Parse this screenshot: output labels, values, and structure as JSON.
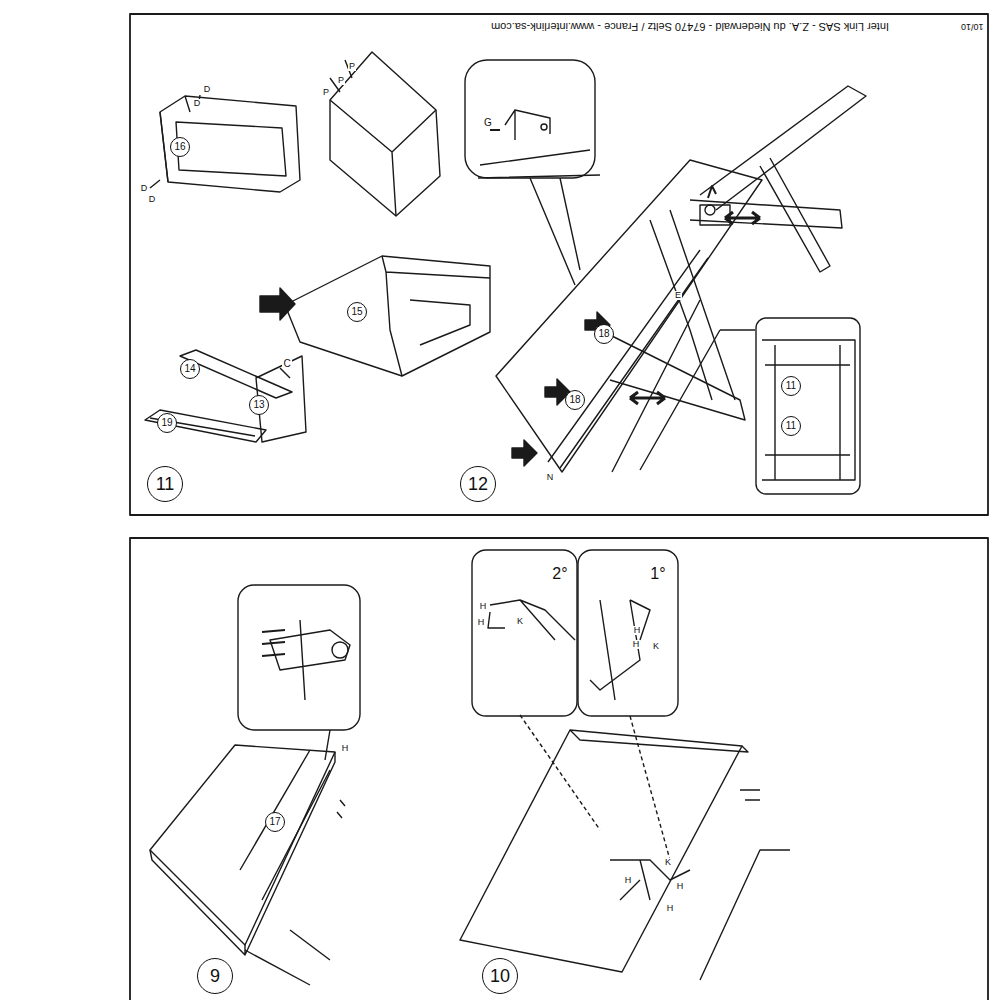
{
  "diagram": {
    "nodes": [
      {
        "text": [
          "16"
        ]
      },
      {
        "text": [
          "15"
        ]
      },
      {
        "text": [
          "14"
        ]
      },
      {
        "text": [
          "13"
        ]
      },
      {
        "text": [
          "19"
        ]
      },
      {
        "text": [
          "11"
        ]
      },
      {
        "text": [
          "18"
        ]
      },
      {
        "text": [
          "18"
        ]
      },
      {
        "text": [
          "11"
        ]
      },
      {
        "text": [
          "11"
        ]
      },
      {
        "text": [
          "12"
        ]
      },
      {
        "text": [
          "17"
        ]
      },
      {
        "text": [
          "9"
        ]
      },
      {
        "text": [
          "10"
        ]
      }
    ],
    "edges": [],
    "labels": [
      "Inter Link SAS  -  Z.A. du Niederwald  -  67470 Seltz / France  -  www.interlink-sa.com",
      "10/10",
      "D",
      "D",
      "D",
      "D",
      "P",
      "P",
      "P",
      "C",
      "G",
      "E",
      "N",
      "2°",
      "1°",
      "H",
      "H",
      "K",
      "H",
      "H",
      "K",
      "H",
      "H",
      "K",
      "H",
      "H"
    ]
  }
}
